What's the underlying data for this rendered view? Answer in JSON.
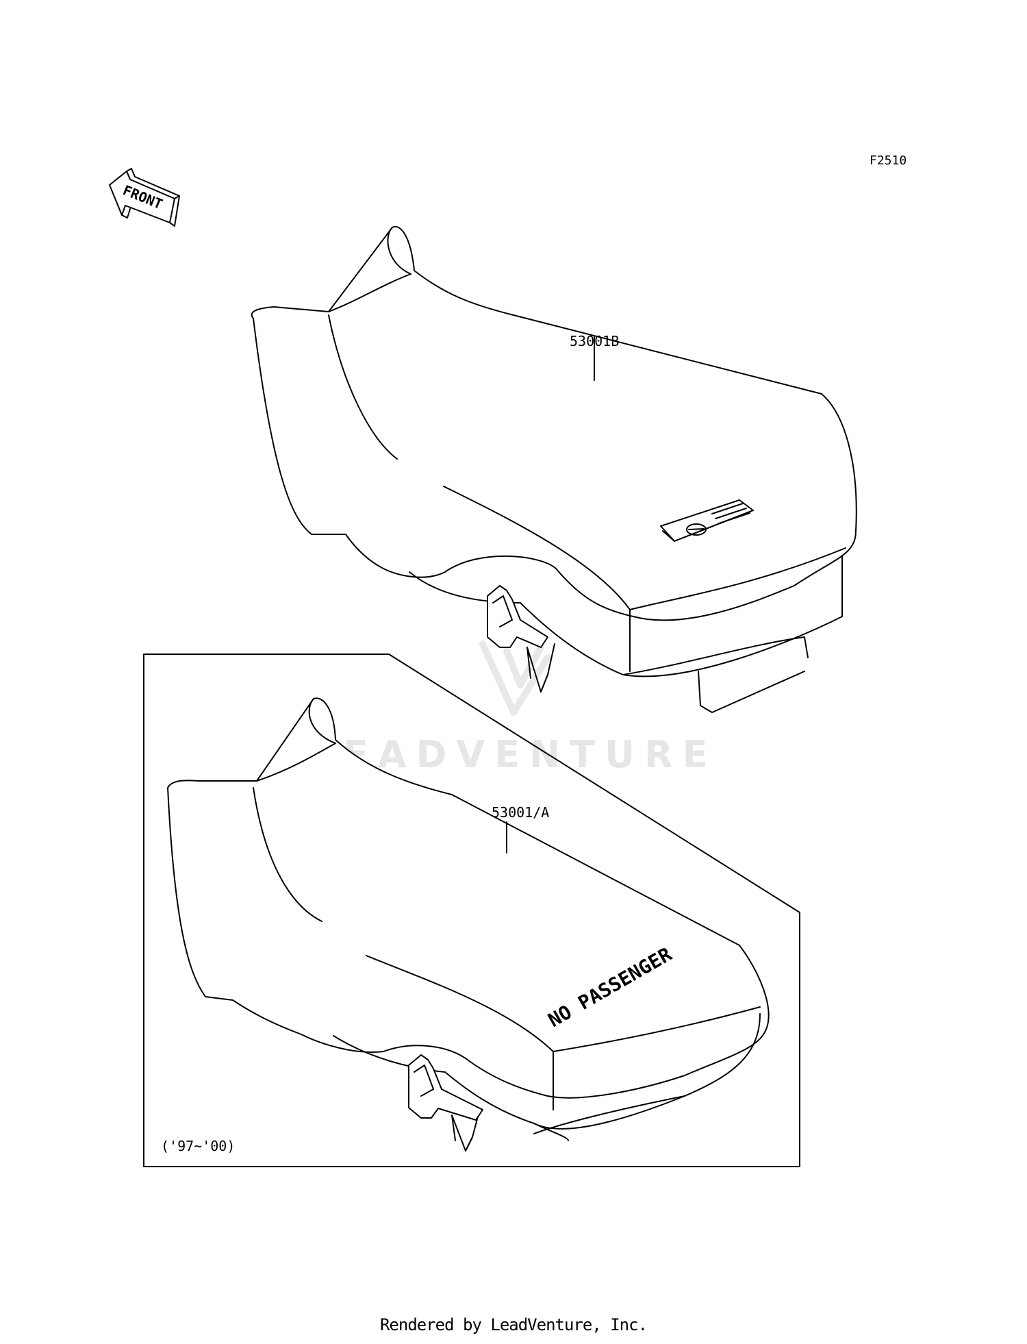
{
  "diagram": {
    "code": "F2510",
    "front_label": "FRONT",
    "parts": [
      {
        "label": "53001B"
      },
      {
        "label": "53001/A"
      }
    ],
    "seat_text": "NO PASSENGER",
    "year_note": "('97~'00)"
  },
  "watermark": "LEADVENTURE",
  "footer": "Rendered by LeadVenture, Inc."
}
